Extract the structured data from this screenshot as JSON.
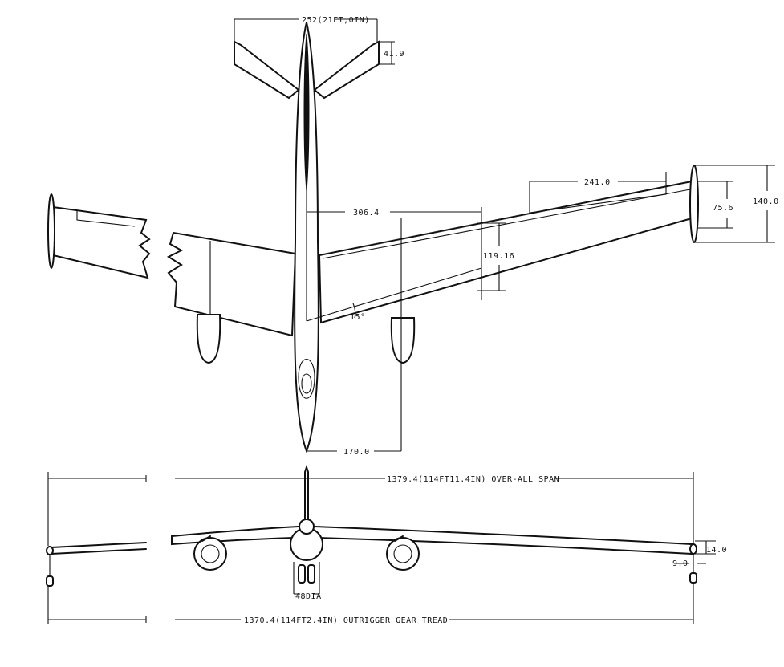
{
  "drawing": {
    "plan_view": {
      "dims": {
        "tail_span": "252(21FT,0IN)",
        "tail_chord": "41.9",
        "wing_outer_span": "241.0",
        "pod_inner": "75.6",
        "pod_outer": "140.0",
        "half_span_to_engine": "306.4",
        "wing_chord": "119.16",
        "sweep_angle": "15°",
        "engine_offset": "170.0"
      }
    },
    "front_view": {
      "dims": {
        "overall_span": "1379.4(114FT11.4IN) OVER-ALL SPAN",
        "tip_height": "14.0",
        "tip_offset": "9.0",
        "main_gear_tread": "48DIA",
        "outrigger_tread": "1370.4(114FT2.4IN) OUTRIGGER GEAR TREAD"
      }
    }
  }
}
